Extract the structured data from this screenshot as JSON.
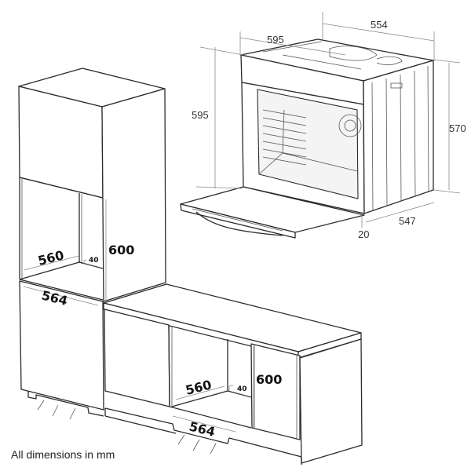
{
  "oven": {
    "width_front": "595",
    "depth_top": "554",
    "height_front": "595",
    "height_side": "570",
    "depth_side": "547",
    "door_offset": "20"
  },
  "tall_cabinet": {
    "niche_width": "560",
    "niche_height": "600",
    "vent_gap": "40",
    "cabinet_width": "564"
  },
  "base_cabinet": {
    "niche_width": "560",
    "niche_height": "600",
    "vent_gap": "40",
    "cabinet_width": "564"
  },
  "footnote": "All dimensions in mm"
}
